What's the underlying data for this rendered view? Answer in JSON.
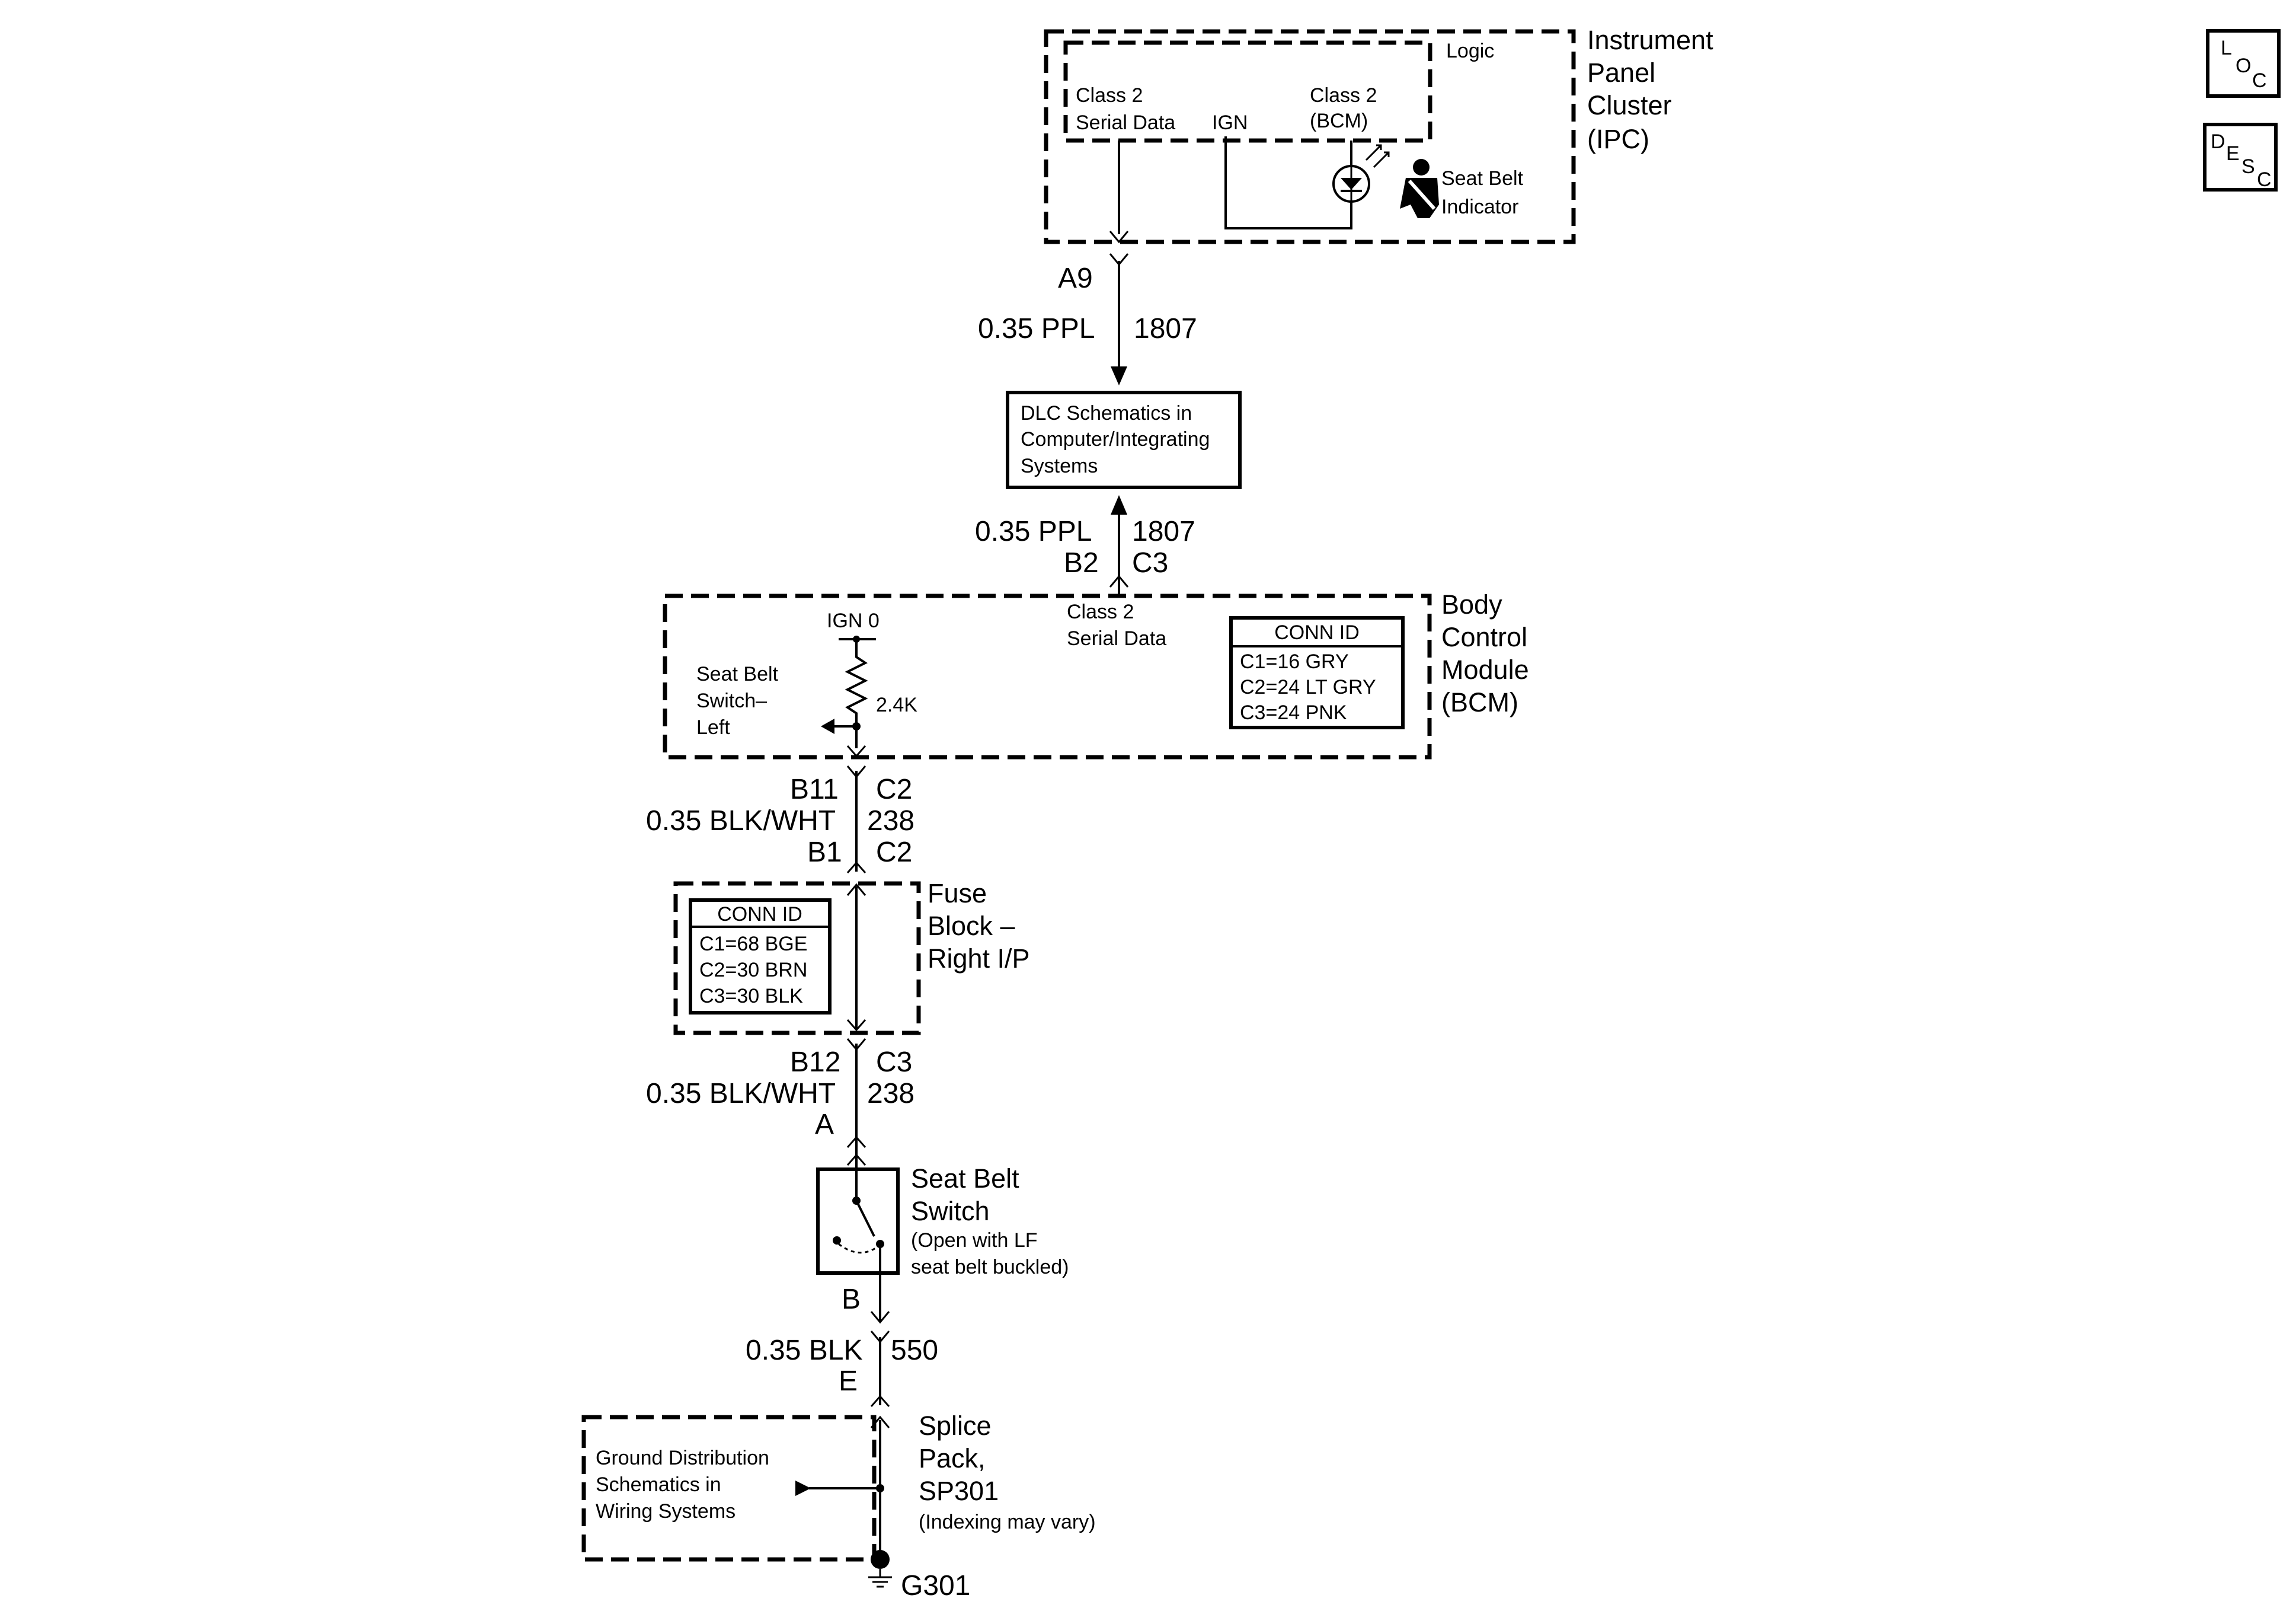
{
  "badges": {
    "loc": [
      "L",
      "O",
      "C"
    ],
    "desc": [
      "D",
      "E",
      "S",
      "C"
    ]
  },
  "ipc": {
    "name": [
      "Instrument",
      "Panel",
      "Cluster",
      "(IPC)"
    ],
    "logic": "Logic",
    "class2_serial": [
      "Class 2",
      "Serial Data"
    ],
    "ign": "IGN",
    "class2_bcm": [
      "Class 2",
      "(BCM)"
    ],
    "seat_belt_indicator": [
      "Seat Belt",
      "Indicator"
    ]
  },
  "wire_ipc_dlc": {
    "pin": "A9",
    "gauge": "0.35 PPL",
    "circuit": "1807"
  },
  "dlc": {
    "text": [
      "DLC Schematics in",
      "Computer/Integrating",
      "Systems"
    ]
  },
  "wire_dlc_bcm": {
    "gauge": "0.35 PPL",
    "circuit": "1807",
    "pin": "B2",
    "connector": "C3"
  },
  "bcm": {
    "name": [
      "Body",
      "Control",
      "Module",
      "(BCM)"
    ],
    "class2_serial": [
      "Class 2",
      "Serial Data"
    ],
    "ign0": "IGN 0",
    "resistor": "2.4K",
    "seat_belt_switch_left": [
      "Seat Belt",
      "Switch–",
      "Left"
    ],
    "conn_id": {
      "title": "CONN ID",
      "rows": [
        "C1=16 GRY",
        "C2=24 LT GRY",
        "C3=24 PNK"
      ]
    }
  },
  "wire_bcm_fuse": {
    "pin_top": "B11",
    "conn_top": "C2",
    "gauge": "0.35 BLK/WHT",
    "circuit": "238",
    "pin_bottom": "B1",
    "conn_bottom": "C2"
  },
  "fuse_block": {
    "name": [
      "Fuse",
      "Block –",
      "Right I/P"
    ],
    "conn_id": {
      "title": "CONN ID",
      "rows": [
        "C1=68 BGE",
        "C2=30 BRN",
        "C3=30 BLK"
      ]
    }
  },
  "wire_fuse_switch": {
    "pin": "B12",
    "connector": "C3",
    "gauge": "0.35 BLK/WHT",
    "circuit": "238",
    "switch_pin": "A"
  },
  "seat_belt_switch": {
    "name": [
      "Seat Belt",
      "Switch"
    ],
    "note": [
      "(Open with LF",
      " seat belt buckled)"
    ],
    "pin_out": "B"
  },
  "wire_switch_splice": {
    "gauge": "0.35 BLK",
    "circuit": "550",
    "pin": "E"
  },
  "splice_pack": {
    "name": [
      "Splice",
      "Pack,",
      "SP301"
    ],
    "note": "(Indexing may vary)",
    "ground_ref": [
      "Ground Distribution",
      "Schematics in",
      "Wiring Systems"
    ]
  },
  "ground": {
    "label": "G301"
  }
}
